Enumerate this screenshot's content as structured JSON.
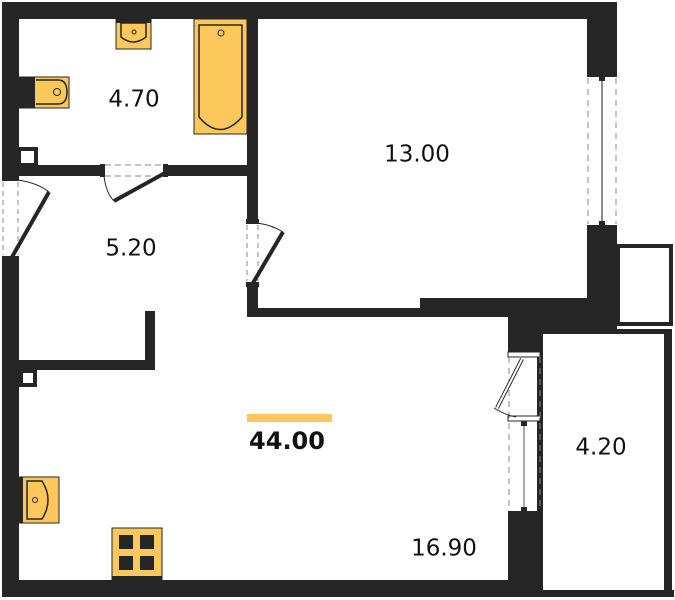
{
  "plan": {
    "total_area": "44.00",
    "colors": {
      "wall": "#262626",
      "fixture": "#fcc85c",
      "fixture_outline": "#262626",
      "background": "#ffffff",
      "opening_dash": "#8a8a8a"
    },
    "rooms": [
      {
        "id": "bathroom",
        "area": "4.70"
      },
      {
        "id": "bedroom",
        "area": "13.00"
      },
      {
        "id": "hallway",
        "area": "5.20"
      },
      {
        "id": "living-kitchen",
        "area": "16.90"
      },
      {
        "id": "balcony",
        "area": "4.20"
      }
    ],
    "fixtures": [
      "washbasin",
      "toilet",
      "bathtub",
      "kitchen-sink",
      "stove"
    ]
  }
}
